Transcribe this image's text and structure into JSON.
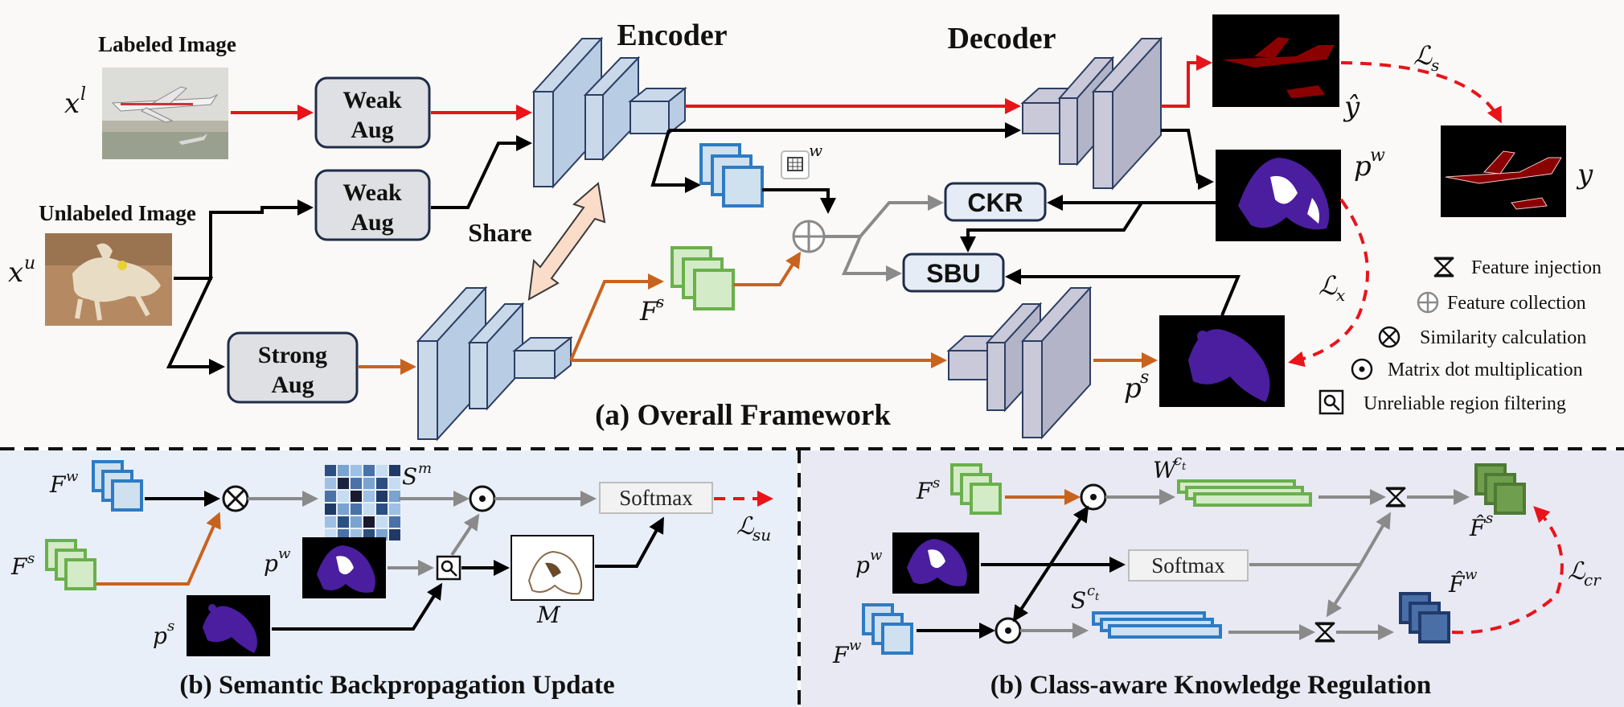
{
  "overall": {
    "labeled_image": "Labeled Image",
    "unlabeled_image": "Unlabeled Image",
    "weak_aug_1": [
      "Weak",
      "Aug"
    ],
    "weak_aug_2": [
      "Weak",
      "Aug"
    ],
    "strong_aug": [
      "Strong",
      "Aug"
    ],
    "encoder": "Encoder",
    "decoder": "Decoder",
    "share": "Share",
    "ckr": "CKR",
    "sbu": "SBU",
    "caption": "(a) Overall Framework",
    "sym_xl": "x",
    "sym_xl_sup": "l",
    "sym_xu": "x",
    "sym_xu_sup": "u",
    "sym_yhat": "ŷ",
    "sym_y": "y",
    "sym_pw": "p",
    "sym_pw_sup": "w",
    "sym_ps": "p",
    "sym_ps_sup": "s",
    "sym_fs": "F",
    "sym_fs_sup": "s",
    "sym_fw_sup": "w",
    "loss_s": "ℒ",
    "loss_s_sub": "s",
    "loss_x": "ℒ",
    "loss_x_sub": "x"
  },
  "legend": [
    {
      "icon": "hourglass-icon",
      "label": "Feature injection"
    },
    {
      "icon": "circle-plus-icon",
      "label": "Feature collection"
    },
    {
      "icon": "circle-times-icon",
      "label": "Similarity calculation"
    },
    {
      "icon": "circle-dot-icon",
      "label": "Matrix dot multiplication"
    },
    {
      "icon": "magnifier-icon",
      "label": "Unreliable region filtering"
    }
  ],
  "sbu_panel": {
    "caption": "(b) Semantic Backpropagation Update",
    "softmax": "Softmax",
    "sym_fw": "F",
    "sym_fw_sup": "w",
    "sym_fs": "F",
    "sym_fs_sup": "s",
    "sym_sm": "S",
    "sym_sm_sup": "m",
    "sym_pw": "p",
    "sym_pw_sup": "w",
    "sym_ps": "p",
    "sym_ps_sup": "s",
    "sym_m": "M",
    "loss": "ℒ",
    "loss_sub": "su"
  },
  "ckr_panel": {
    "caption": "(b) Class-aware Knowledge Regulation",
    "softmax": "Softmax",
    "sym_fs": "F",
    "sym_fs_sup": "s",
    "sym_pw": "p",
    "sym_pw_sup": "w",
    "sym_fw": "F",
    "sym_fw_sup": "w",
    "sym_wct": "W",
    "sym_wct_sup": "c",
    "sym_wct_subsub": "t",
    "sym_sct": "S",
    "sym_sct_sup": "c",
    "sym_sct_subsub": "t",
    "sym_fs_hat": "F̂",
    "sym_fs_hat_sup": "s",
    "sym_fw_hat": "F̂",
    "sym_fw_hat_sup": "w",
    "loss": "ℒ",
    "loss_sub": "cr"
  },
  "colors": {
    "supervised_arrow": "#e8141a",
    "strong_arrow": "#c8631e",
    "loss_dash": "#e8141a",
    "feature_blue": "#2e7bc4",
    "feature_green": "#6ab04c",
    "network_block": "#c9d9ea",
    "decoder_block": "#c9c9d9",
    "segment_purple": "#4a1e9e",
    "segment_red": "#8b0000",
    "panel_bg": "#eef2f8",
    "panel_bg_right": "#ececf4"
  }
}
